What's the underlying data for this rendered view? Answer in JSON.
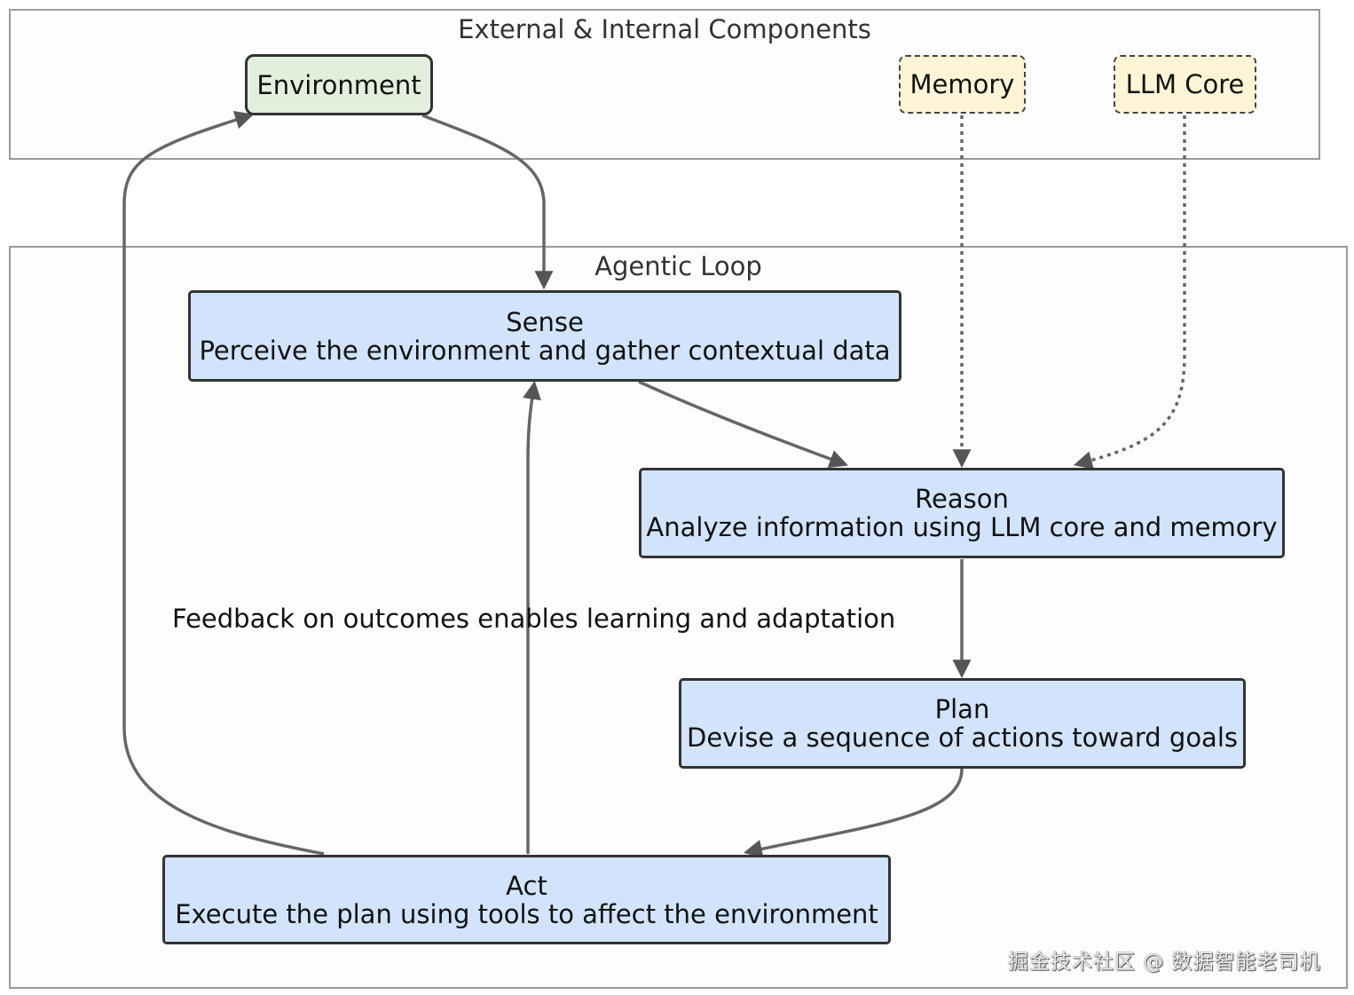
{
  "clusters": {
    "components": {
      "title": "External & Internal Components"
    },
    "loop": {
      "title": "Agentic Loop"
    }
  },
  "nodes": {
    "environment": {
      "label": "Environment"
    },
    "memory": {
      "label": "Memory"
    },
    "llm_core": {
      "label": "LLM Core"
    },
    "sense": {
      "title": "Sense",
      "desc": "Perceive the environment and gather contextual data"
    },
    "reason": {
      "title": "Reason",
      "desc": "Analyze information using LLM core and memory"
    },
    "plan": {
      "title": "Plan",
      "desc": "Devise a sequence of actions toward goals"
    },
    "act": {
      "title": "Act",
      "desc": "Execute the plan using tools to affect the environment"
    }
  },
  "edges": {
    "feedback_label": "Feedback on outcomes enables learning and adaptation"
  },
  "watermark": "掘金技术社区 @ 数据智能老司机"
}
